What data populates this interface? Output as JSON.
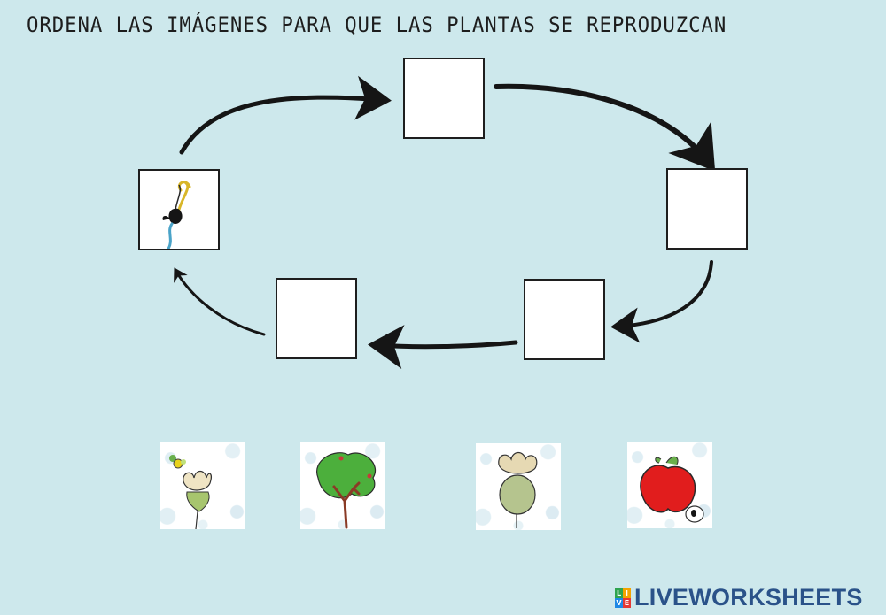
{
  "instruction": "ORDENA LAS IMÁGENES PARA QUE LAS PLANTAS SE REPRODUZCAN",
  "cycle": {
    "slots": [
      {
        "id": "top",
        "content": "empty"
      },
      {
        "id": "right",
        "content": "empty"
      },
      {
        "id": "bottom-right",
        "content": "empty"
      },
      {
        "id": "bottom-left",
        "content": "empty"
      },
      {
        "id": "left",
        "content": "seedling-icon"
      }
    ]
  },
  "cards": [
    {
      "id": "flower",
      "icon": "flower-icon"
    },
    {
      "id": "tree",
      "icon": "tree-icon"
    },
    {
      "id": "ovary",
      "icon": "fertilized-flower-icon"
    },
    {
      "id": "fruit",
      "icon": "apple-fruit-icon"
    }
  ],
  "branding": {
    "logo_letters": [
      "L",
      "I",
      "V",
      "E"
    ],
    "text": "LIVEWORKSHEETS",
    "color": "#2a5289"
  },
  "colors": {
    "background": "#cde8ec",
    "arrow": "#151515"
  }
}
